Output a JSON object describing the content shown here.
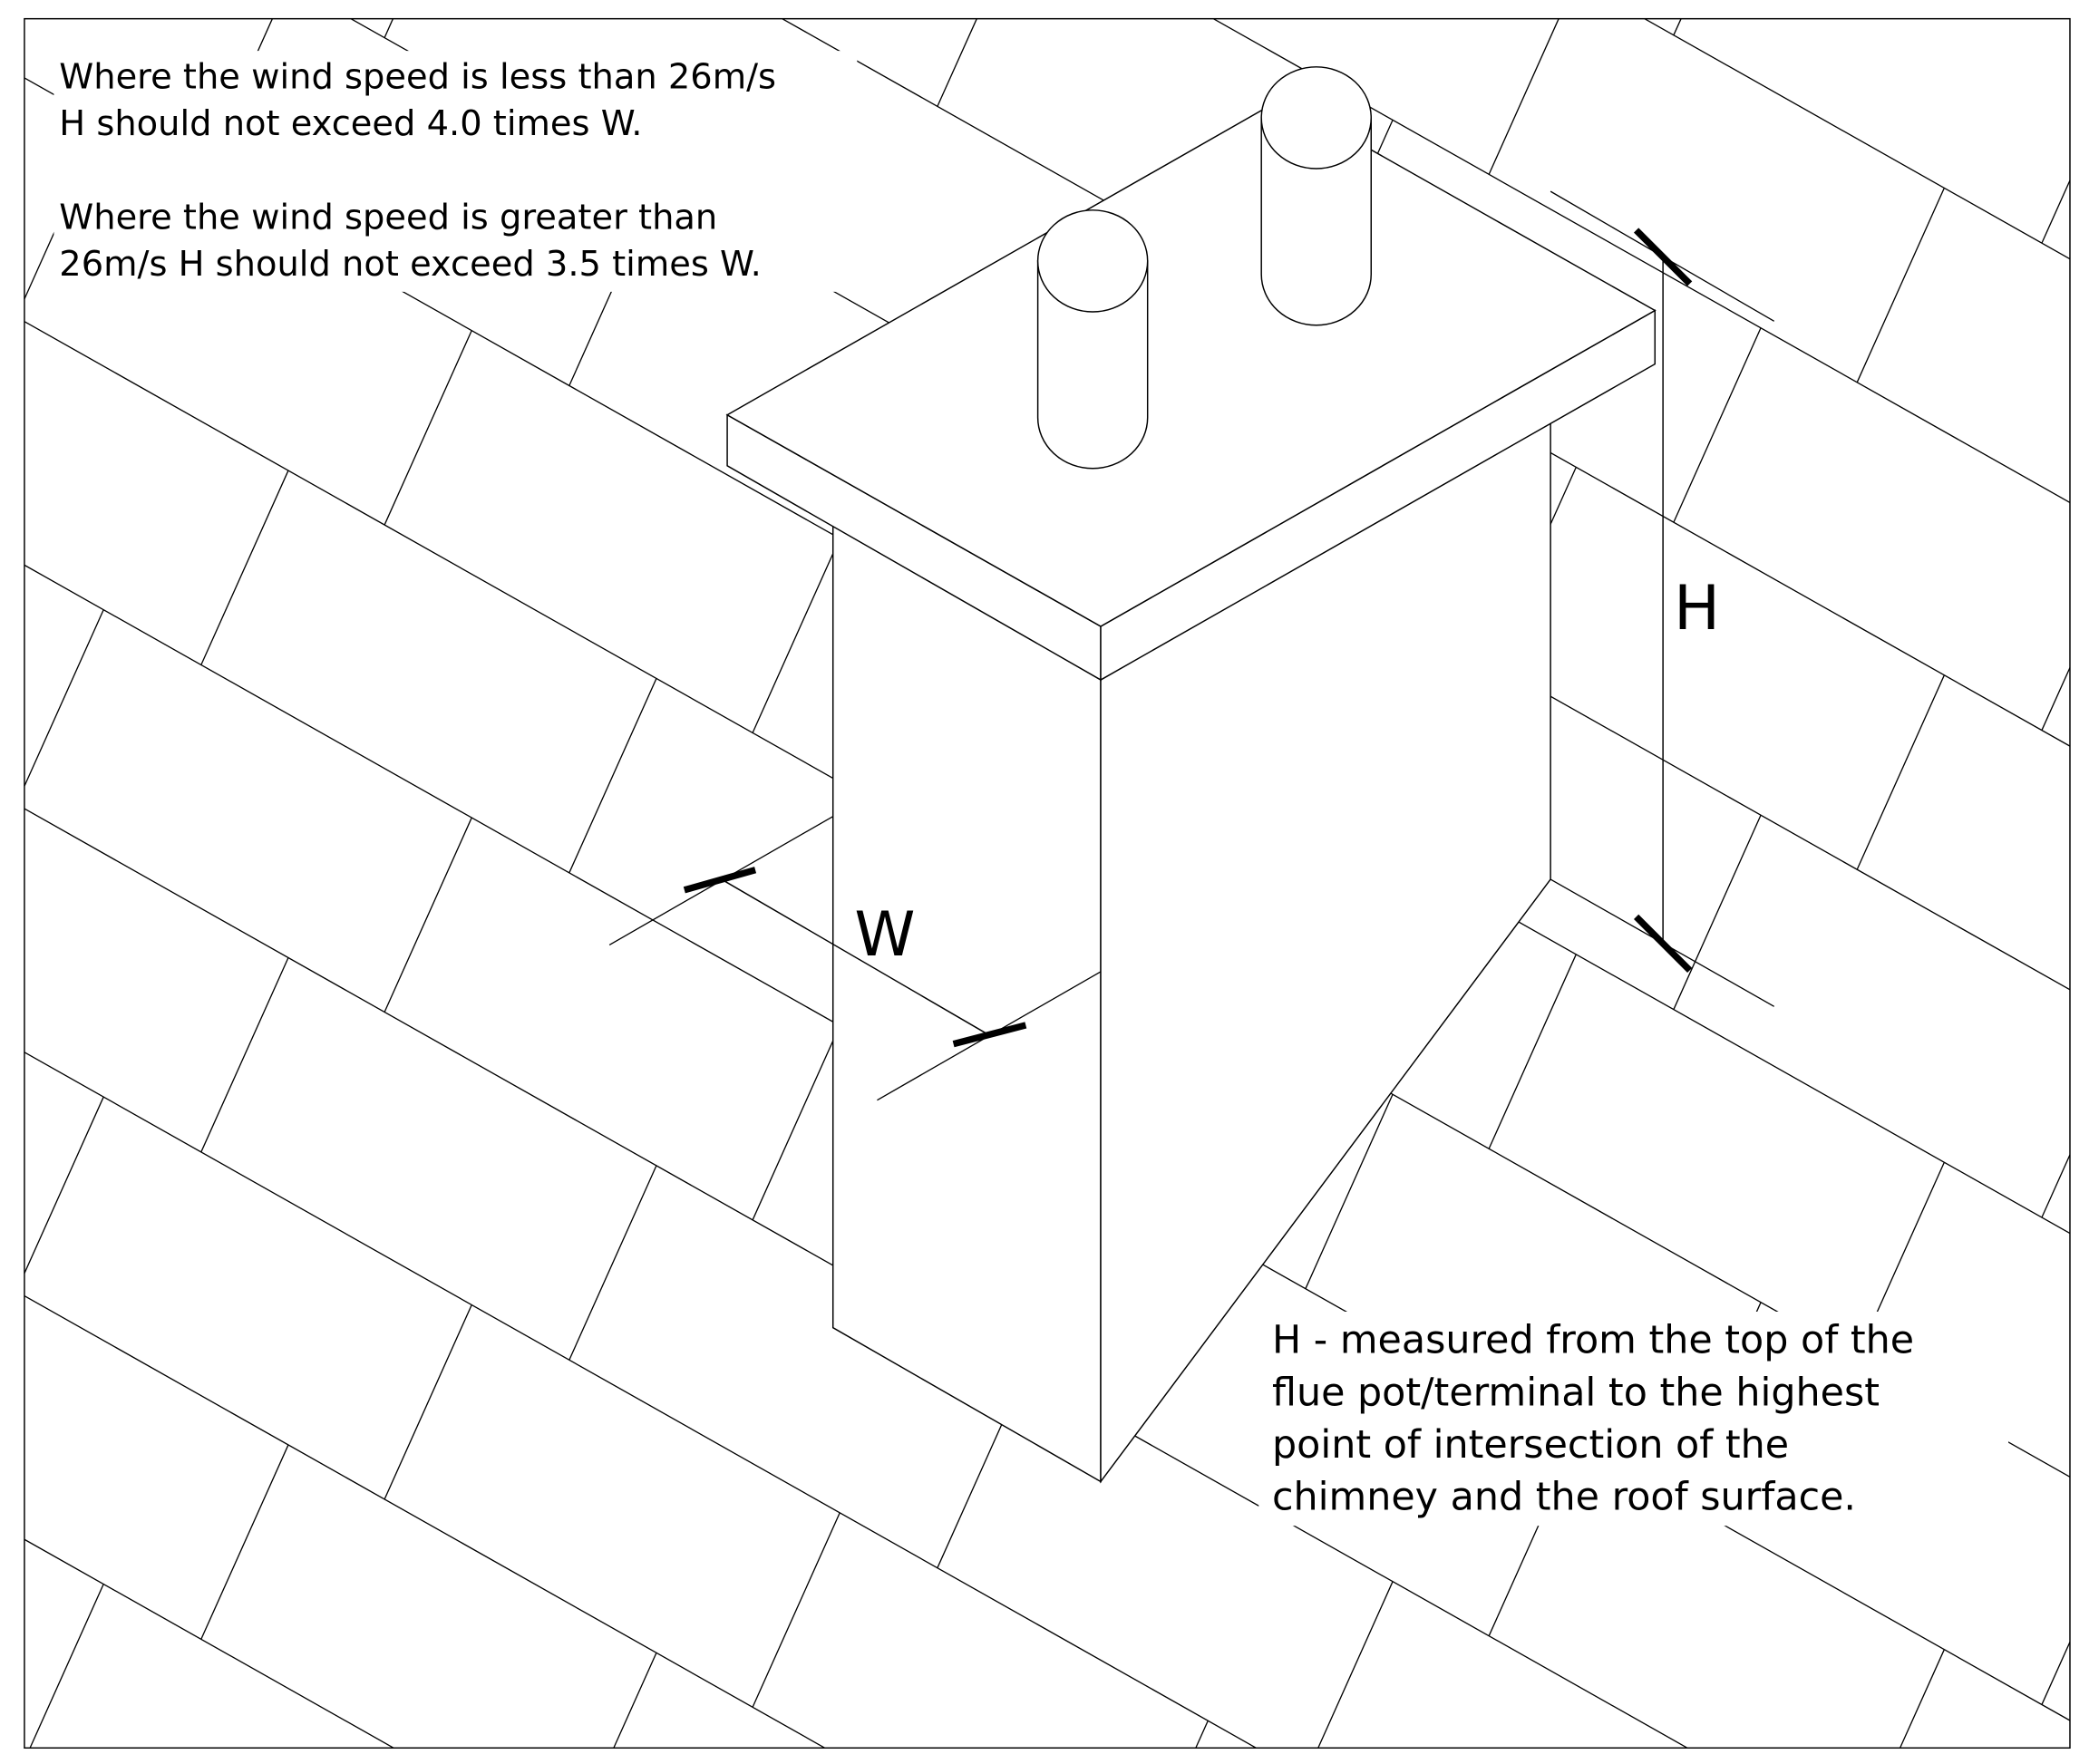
{
  "notes": {
    "line1": "Where the wind speed is less than 26m/s",
    "line2": "H should not exceed 4.0 times W.",
    "line3": "Where the wind speed is greater than",
    "line4": "26m/s H should not exceed 3.5 times W."
  },
  "labels": {
    "height": "H",
    "width": "W"
  },
  "caption": {
    "line1": "H - measured from the top of the",
    "line2": "flue pot/terminal to the highest",
    "line3": "point of intersection of the",
    "line4": "chimney and the roof surface."
  }
}
